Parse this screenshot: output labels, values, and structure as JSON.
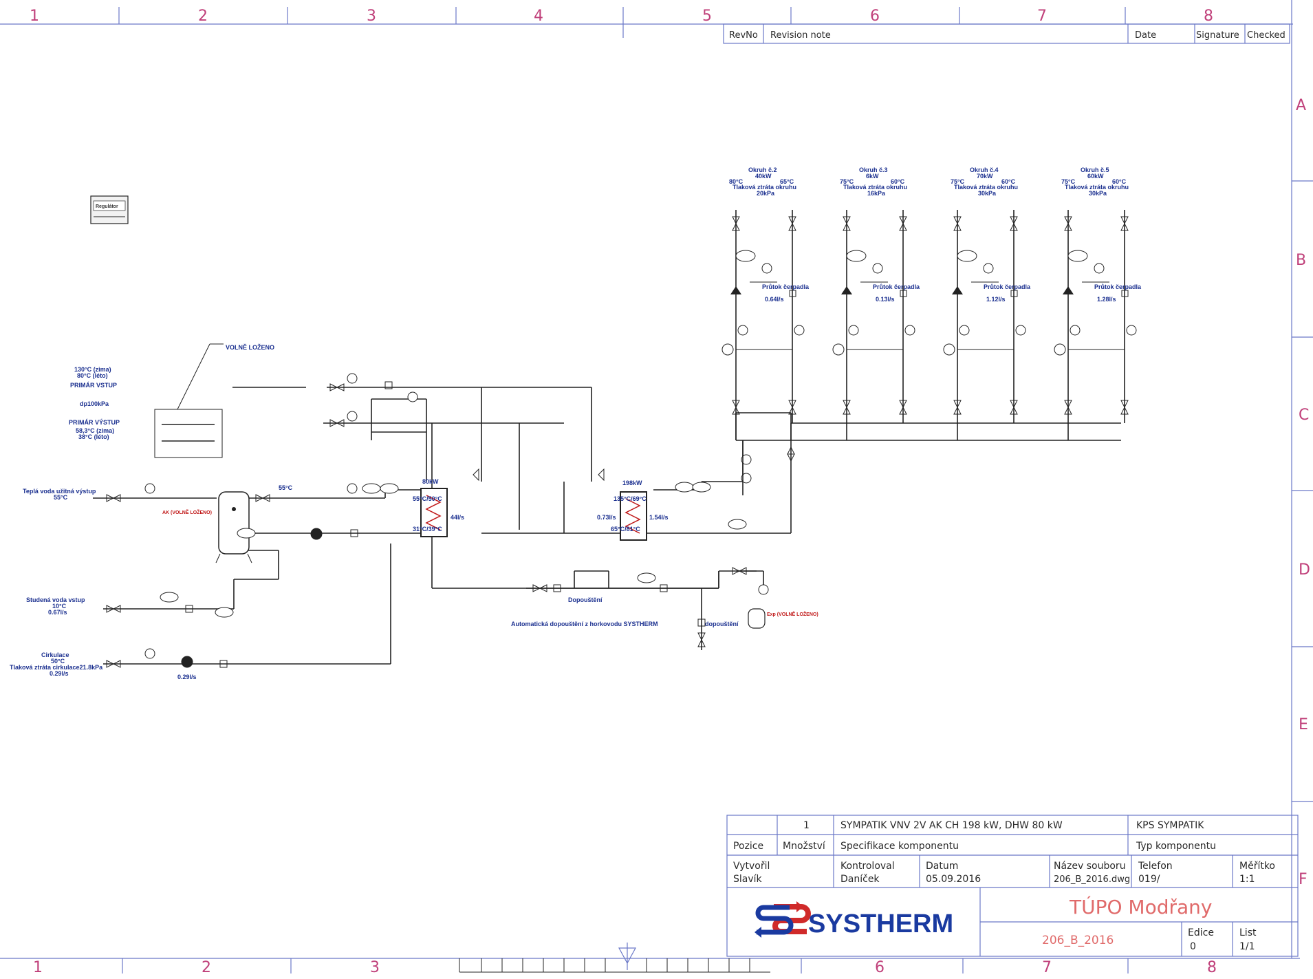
{
  "frame": {
    "columns_top": [
      "1",
      "2",
      "3",
      "4",
      "5",
      "6",
      "7",
      "8"
    ],
    "columns_bottom": [
      "1",
      "2",
      "3",
      "6",
      "7",
      "8"
    ],
    "rows": [
      "A",
      "B",
      "C",
      "D",
      "E",
      "F"
    ]
  },
  "revision_table": {
    "revno": "RevNo",
    "note": "Revision note",
    "date": "Date",
    "signature": "Signature",
    "checked": "Checked"
  },
  "regulator_label": "Regulátor",
  "volne_lozeno": "VOLNĚ LOŽENO",
  "primary": {
    "temp_in": "130°C (zima)",
    "temp_in2": "80°C (léto)",
    "in_label": "PRIMÁR VSTUP",
    "dp": "dp100kPa",
    "out_label": "PRIMÁR VÝSTUP",
    "temp_out": "58,3°C (zima)",
    "temp_out2": "38°C (léto)"
  },
  "dhw_out": {
    "label": "Teplá voda užitná výstup",
    "temp": "55°C",
    "tank_temp": "55°C"
  },
  "cold_in": {
    "label": "Studená voda vstup",
    "temp": "10°C",
    "flow": "0.67l/s"
  },
  "circ": {
    "label": "Cirkulace",
    "temp": "50°C",
    "loss": "Tlaková ztráta cirkulace21.8kPa",
    "flow": "0.29l/s",
    "pump_flow": "0.29l/s"
  },
  "hx1": {
    "power": "80kW",
    "t1": "55°C/50°C",
    "t2": "31°C/39°C",
    "flow": "44l/s"
  },
  "hx2": {
    "power": "198kW",
    "t1": "135°C/69°C",
    "t2": "65°C/81°C",
    "flow_l": "0.73l/s",
    "flow_r": "1.54l/s"
  },
  "circuits": [
    {
      "name": "Okruh č.2",
      "power": "40kW",
      "t_in": "80°C",
      "t_out": "65°C",
      "loss_label": "Tlaková ztráta okruhu",
      "loss": "20kPa",
      "flow_label": "Průtok čerpadla",
      "flow": "0.64l/s"
    },
    {
      "name": "Okruh č.3",
      "power": "6kW",
      "t_in": "75°C",
      "t_out": "60°C",
      "loss_label": "Tlaková ztráta okruhu",
      "loss": "16kPa",
      "flow_label": "Průtok čerpadla",
      "flow": "0.13l/s"
    },
    {
      "name": "Okruh č.4",
      "power": "70kW",
      "t_in": "75°C",
      "t_out": "60°C",
      "loss_label": "Tlaková ztráta okruhu",
      "loss": "30kPa",
      "flow_label": "Průtok čerpadla",
      "flow": "1.12l/s"
    },
    {
      "name": "Okruh č.5",
      "power": "60kW",
      "t_in": "75°C",
      "t_out": "60°C",
      "loss_label": "Tlaková ztráta okruhu",
      "loss": "30kPa",
      "flow_label": "Průtok čerpadla",
      "flow": "1.28l/s"
    }
  ],
  "refill": {
    "label": "Dopouštění",
    "auto": "Automatická dopouštění z horkovodu SYSTHERM",
    "label2": "dopouštění",
    "exp": "Exp (VOLNĚ LOŽENO)"
  },
  "tank_label": "AK (VOLNĚ LOŽENO)",
  "title_block": {
    "pos_val": "1",
    "spec_val": "SYMPATIK VNV 2V AK CH 198 kW, DHW 80 kW",
    "type_val": "KPS SYMPATIK",
    "pos_label": "Pozice",
    "qty_label": "Množství",
    "spec_label": "Specifikace komponentu",
    "type_label": "Typ komponentu",
    "created_label": "Vytvořil",
    "created_val": "Slavík",
    "checked_label": "Kontroloval",
    "checked_val": "Daníček",
    "date_label": "Datum",
    "date_val": "05.09.2016",
    "file_label": "Název souboru",
    "file_val": "206_B_2016.dwg",
    "phone_label": "Telefon",
    "phone_val": "019/",
    "scale_label": "Měřítko",
    "scale_val": "1:1",
    "logo": "SYSTHERM",
    "project": "TÚPO Modřany",
    "drawing_no": "206_B_2016",
    "edition_label": "Edice",
    "edition_val": "0",
    "sheet_label": "List",
    "sheet_val": "1/1"
  }
}
